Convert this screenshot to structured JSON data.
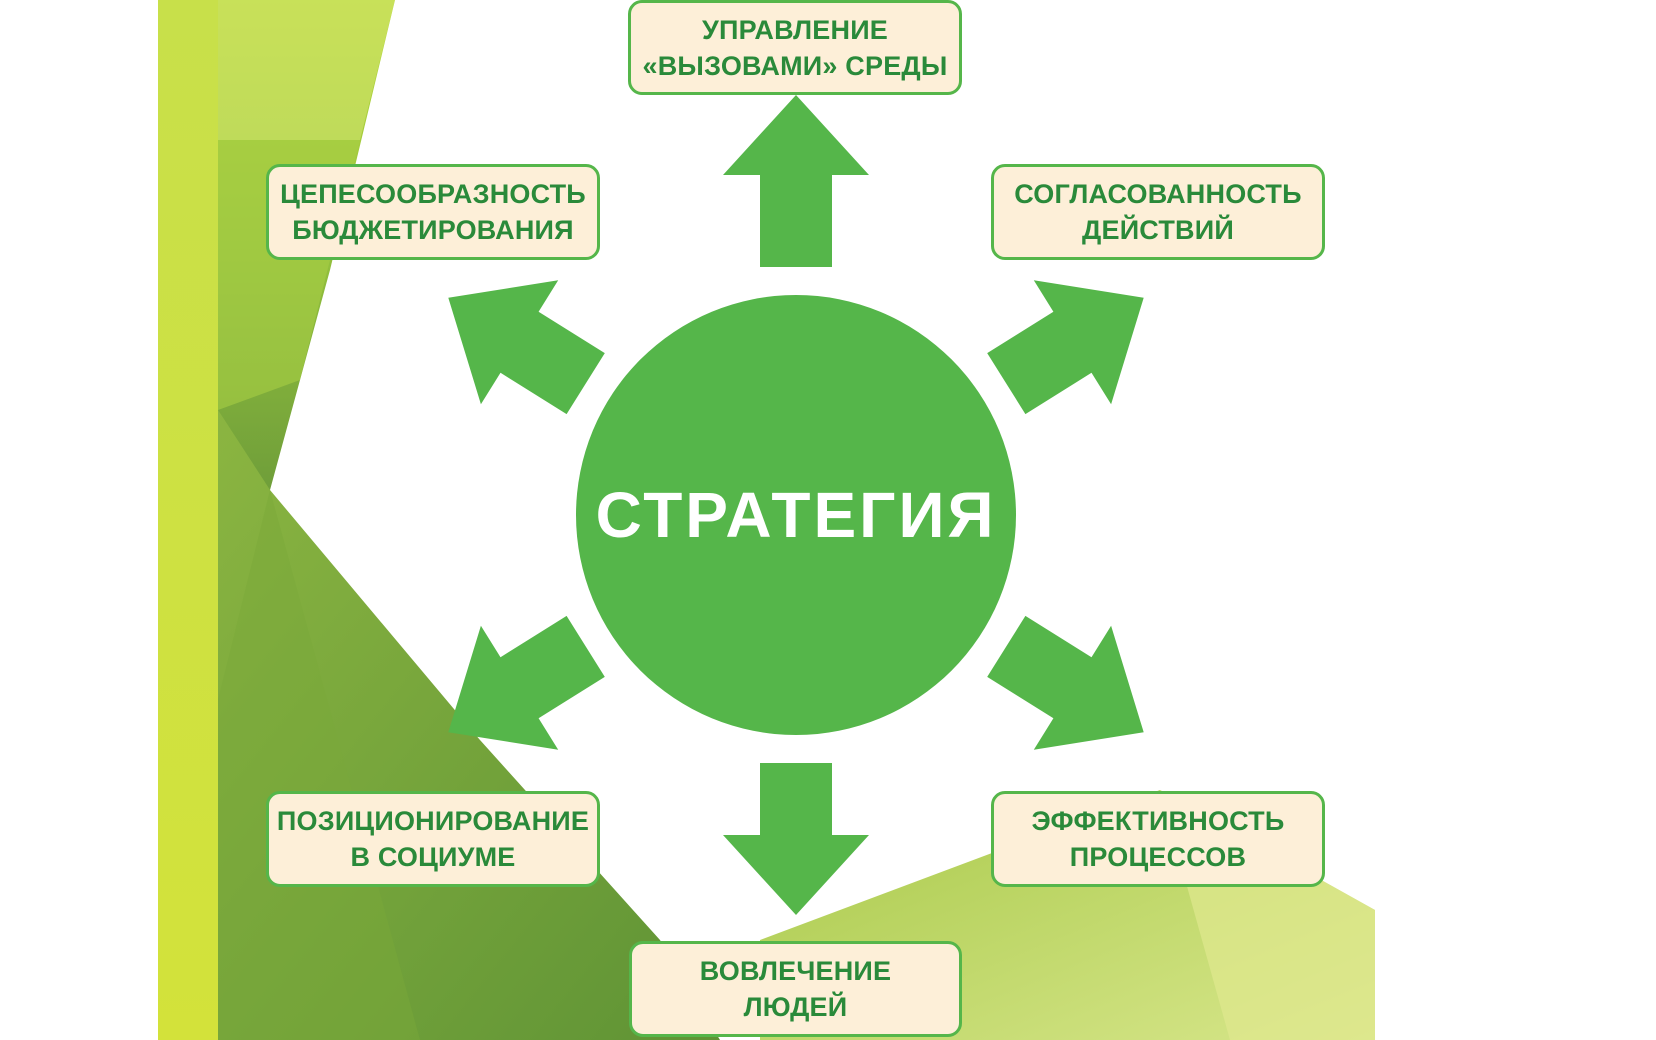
{
  "colors": {
    "primary_green": "#55b64a",
    "text_green": "#2a8a3a",
    "box_fill": "#fdefd8",
    "center_text": "#ffffff"
  },
  "center": {
    "label": "СТРАТЕГИЯ"
  },
  "nodes": [
    {
      "key": "top",
      "line1": "УПРАВЛЕНИЕ",
      "line2": "«ВЫЗОВАМИ» СРЕДЫ"
    },
    {
      "key": "top_left",
      "line1": "ЦЕПЕСООБРАЗНОСТЬ",
      "line2": "БЮДЖЕТИРОВАНИЯ"
    },
    {
      "key": "top_right",
      "line1": "СОГЛАСОВАННОСТЬ",
      "line2": "ДЕЙСТВИЙ"
    },
    {
      "key": "bottom_left",
      "line1": "ПОЗИЦИОНИРОВАНИЕ",
      "line2": "В СОЦИУМЕ"
    },
    {
      "key": "bottom_right",
      "line1": "ЭФФЕКТИВНОСТЬ",
      "line2": "ПРОЦЕССОВ"
    },
    {
      "key": "bottom",
      "line1": "ВОВЛЕЧЕНИЕ",
      "line2": "ЛЮДЕЙ"
    }
  ]
}
